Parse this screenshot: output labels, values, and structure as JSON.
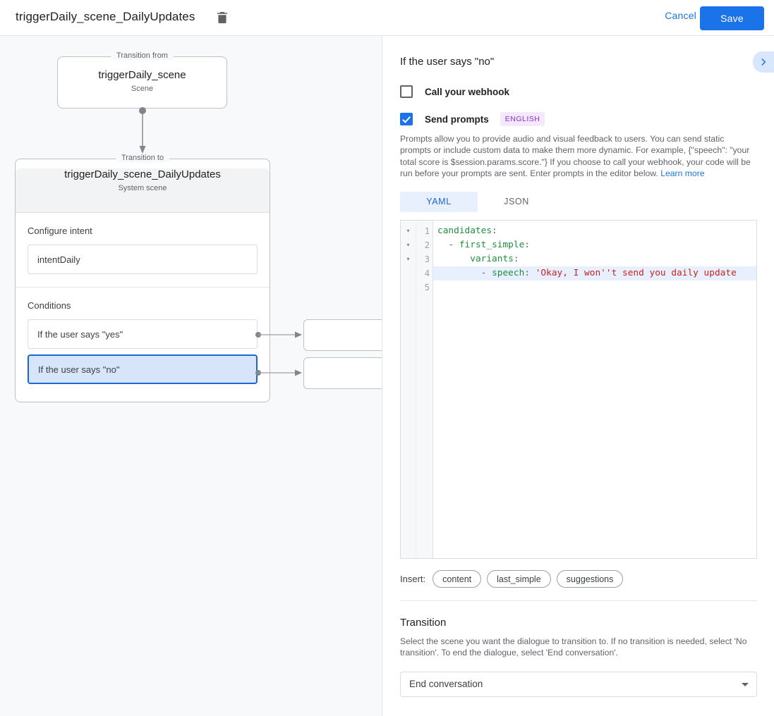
{
  "topbar": {
    "title": "triggerDaily_scene_DailyUpdates",
    "delete_icon": "trash-icon",
    "cancel_label": "Cancel",
    "save_label": "Save",
    "accent_color": "#1a73e8"
  },
  "graph": {
    "from_legend": "Transition from",
    "from_node": {
      "title": "triggerDaily_scene",
      "subtitle": "Scene"
    },
    "to_legend": "Transition to",
    "to_node": {
      "title": "triggerDaily_scene_DailyUpdates",
      "subtitle": "System scene"
    },
    "intent_section_label": "Configure intent",
    "intent_value": "intentDaily",
    "conditions_section_label": "Conditions",
    "conditions": [
      {
        "label": "If the user says \"yes\"",
        "selected": false
      },
      {
        "label": "If the user says \"no\"",
        "selected": true
      }
    ],
    "stub_nodes": [
      {
        "label": ""
      },
      {
        "label": ""
      }
    ],
    "selected_color": "#d7e5fb",
    "selected_border": "#1967d2"
  },
  "panel": {
    "title": "If the user says \"no\"",
    "expand_icon": "chevron-right-icon",
    "webhook": {
      "label": "Call your webhook",
      "checked": false
    },
    "prompts": {
      "label": "Send prompts",
      "checked": true,
      "badge": "ENGLISH",
      "badge_bg": "#f3e8fd",
      "badge_color": "#8430ce",
      "helper": "Prompts allow you to provide audio and visual feedback to users. You can send static prompts or include custom data to make them more dynamic. For example, {\"speech\": \"your total score is $session.params.score.\"} If you choose to call your webhook, your code will be run before your prompts are sent. Enter prompts in the editor below. ",
      "helper_link": "Learn more"
    },
    "editor": {
      "tabs": [
        {
          "label": "YAML",
          "active": true
        },
        {
          "label": "JSON",
          "active": false
        }
      ],
      "fold_marker": "▾",
      "lines": [
        {
          "num": "1",
          "fold": true,
          "highlight": false,
          "key": "candidates",
          "punct": ":",
          "indent": "",
          "dash": "",
          "str": ""
        },
        {
          "num": "2",
          "fold": true,
          "highlight": false,
          "key": "first_simple",
          "punct": ":",
          "indent": "  ",
          "dash": "- ",
          "str": ""
        },
        {
          "num": "3",
          "fold": true,
          "highlight": false,
          "key": "variants",
          "punct": ":",
          "indent": "      ",
          "dash": "",
          "str": ""
        },
        {
          "num": "4",
          "fold": false,
          "highlight": true,
          "key": "speech",
          "punct": ": ",
          "indent": "        ",
          "dash": "- ",
          "str": "'Okay, I won''t send you daily update"
        },
        {
          "num": "5",
          "fold": false,
          "highlight": false,
          "key": "",
          "punct": "",
          "indent": "",
          "dash": "",
          "str": ""
        }
      ]
    },
    "insert": {
      "label": "Insert:",
      "chips": [
        "content",
        "last_simple",
        "suggestions"
      ]
    },
    "transition": {
      "title": "Transition",
      "description": "Select the scene you want the dialogue to transition to. If no transition is needed, select 'No transition'. To end the dialogue, select 'End conversation'.",
      "selected_value": "End conversation",
      "caret_icon": "chevron-down-icon"
    }
  }
}
